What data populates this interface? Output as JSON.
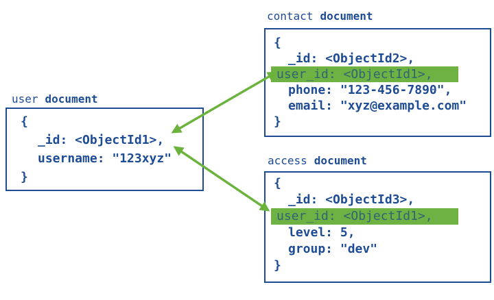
{
  "colors": {
    "navy": "#1d4b94",
    "arrow_green": "#6cb33e",
    "highlight_green": "#6fb244",
    "highlight_text": "#2e6572"
  },
  "documents": [
    {
      "title_word1": "user",
      "title_word2": "document",
      "lines": [
        "{",
        "_id: <ObjectId1>,",
        "username: \"123xyz\"",
        "}"
      ]
    },
    {
      "title_word1": "contact",
      "title_word2": "document",
      "lines": [
        "{",
        "_id: <ObjectId2>,",
        "user_id: <ObjectId1>,",
        "phone: \"123-456-7890\",",
        "email: \"xyz@example.com\"",
        "}"
      ]
    },
    {
      "title_word1": "access",
      "title_word2": "document",
      "lines": [
        "{",
        "_id: <ObjectId3>,",
        "user_id: <ObjectId1>,",
        "level: 5,",
        "group: \"dev\"",
        "}"
      ]
    }
  ]
}
